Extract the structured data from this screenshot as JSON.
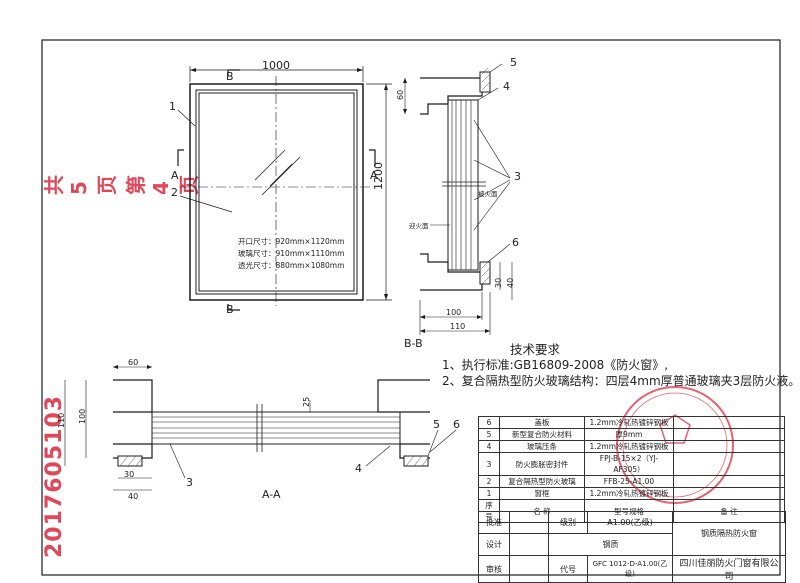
{
  "page_stamp": "共 5 页第 4 页",
  "serial_stamp": "2017605103",
  "front_view": {
    "width_dim": "1000",
    "height_dim": "1200",
    "section_b_top": "B",
    "section_b_bottom": "B",
    "section_a_left": "A",
    "section_a_right": "A",
    "callout_1": "1",
    "callout_2": "2",
    "specs": [
      "开口尺寸：920mm×1120mm",
      "玻璃尺寸：910mm×1110mm",
      "透光尺寸：880mm×1080mm"
    ]
  },
  "section_bb": {
    "title": "B-B",
    "dim_60": "60",
    "dim_100": "100",
    "dim_110": "110",
    "dim_30": "30",
    "dim_40": "40",
    "label_fire_side": "迎火面",
    "label_back_side": "被火面",
    "callout_3": "3",
    "callout_4": "4",
    "callout_5": "5",
    "callout_6": "6"
  },
  "section_aa": {
    "title": "A-A",
    "dim_60": "60",
    "dim_100": "100",
    "dim_110": "110",
    "dim_25": "25",
    "dim_30": "30",
    "dim_40": "40",
    "callout_3": "3",
    "callout_4": "4",
    "callout_5": "5",
    "callout_6": "6"
  },
  "requirements": {
    "title": "技术要求",
    "items": [
      "1、执行标准:GB16809-2008《防火窗》,",
      "2、复合隔热型防火玻璃结构：四层4mm厚普通玻璃夹3层防火液。"
    ]
  },
  "bom": {
    "rows": [
      {
        "no": "6",
        "name": "盖板",
        "spec": "1.2mm冷轧热镀锌钢板"
      },
      {
        "no": "5",
        "name": "新型复合防火材料",
        "spec": "厚9mm"
      },
      {
        "no": "4",
        "name": "玻璃压条",
        "spec": "1.2mm冷轧热镀锌钢板"
      },
      {
        "no": "3",
        "name": "防火膨胀密封件",
        "spec": "FPJ-B-15×2（YJ-AF305）"
      },
      {
        "no": "2",
        "name": "复合隔热型防火玻璃",
        "spec": "FFB-25-A1.00"
      },
      {
        "no": "1",
        "name": "窗框",
        "spec": "1.2mm冷轧热镀锌钢板"
      }
    ],
    "header": {
      "no": "序号",
      "name": "名  称",
      "spec": "型号规格",
      "note": "备  注"
    }
  },
  "title_block": {
    "approve": "批准",
    "level_label": "级别",
    "level_value": "A1.00(乙级)",
    "product_name": "钢质隔热防火窗",
    "design": "设计",
    "material_value": "钢质",
    "review": "审核",
    "code_label": "代号",
    "code_value": "GFC 1012-D-A1.00(乙级)",
    "company": "四川佳丽防火门窗有限公司"
  },
  "colors": {
    "line": "#1c1c1c",
    "stamp": "#e0485a",
    "fill": "#f2f2f2"
  }
}
